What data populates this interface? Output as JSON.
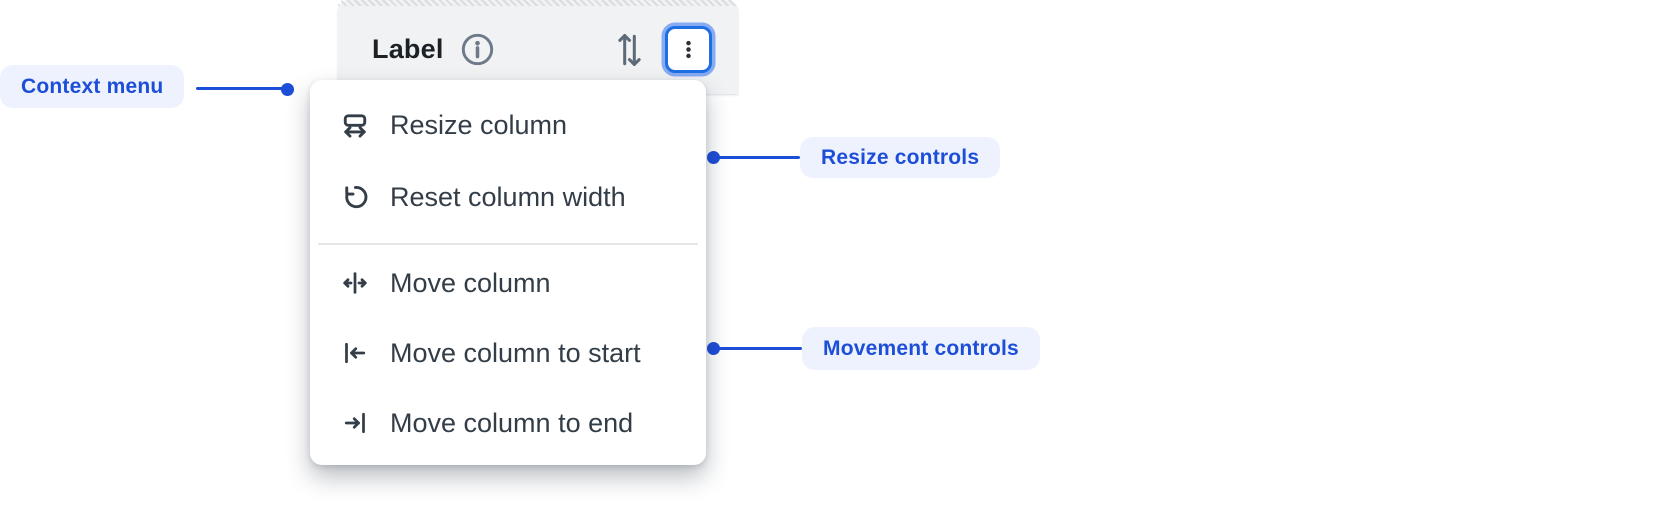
{
  "header": {
    "column_label": "Label",
    "icons": {
      "info": "info-icon",
      "sort": "sort-ascending-descending-icon",
      "more": "more-options-icon"
    }
  },
  "context_menu": {
    "resize_items": [
      {
        "label": "Resize column",
        "icon": "resize-column-icon"
      },
      {
        "label": "Reset column width",
        "icon": "reset-column-width-icon"
      }
    ],
    "movement_items": [
      {
        "label": "Move column",
        "icon": "move-column-icon"
      },
      {
        "label": "Move column to start",
        "icon": "move-column-to-start-icon"
      },
      {
        "label": "Move column to end",
        "icon": "move-column-to-end-icon"
      }
    ]
  },
  "annotations": {
    "context_menu_label": "Context menu",
    "resize_controls_label": "Resize controls",
    "movement_controls_label": "Movement controls"
  },
  "colors": {
    "annotation_accent": "#1d4ed8",
    "annotation_bg": "#edf2fe",
    "header_bg": "#f1f2f4",
    "menu_bg": "#ffffff",
    "menu_text": "#333d47",
    "focus_ring_inner": "#1d6fe3",
    "focus_ring_outer": "#86abf3",
    "muted_icon": "#66717f",
    "label_text": "#1c2126"
  }
}
